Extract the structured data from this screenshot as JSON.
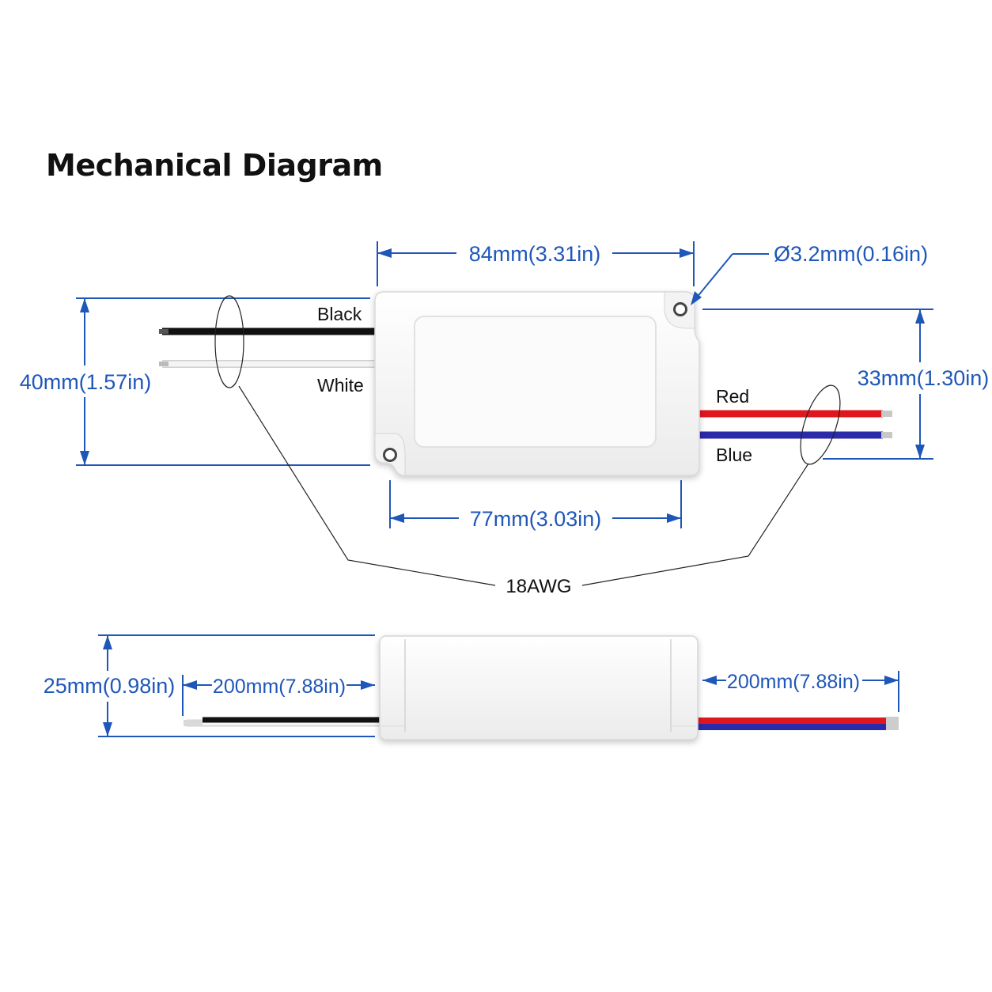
{
  "title": "Mechanical Diagram",
  "colors": {
    "dimension": "#1f57b8",
    "wire_black": "#111111",
    "wire_white": "#f2f2f2",
    "wire_red": "#e0171f",
    "wire_blue": "#2b2aa8",
    "housing": "#ffffff"
  },
  "top_view": {
    "length_overall": "84mm(3.31in)",
    "hole_diameter": "Ø3.2mm(0.16in)",
    "height_overall": "40mm(1.57in)",
    "hole_spacing_vertical": "33mm(1.30in)",
    "hole_spacing_horizontal": "77mm(3.03in)",
    "wire_gauge": "18AWG",
    "wires": {
      "black": "Black",
      "white": "White",
      "red": "Red",
      "blue": "Blue"
    }
  },
  "side_view": {
    "thickness": "25mm(0.98in)",
    "input_wire_length": "200mm(7.88in)",
    "output_wire_length": "200mm(7.88in)"
  }
}
